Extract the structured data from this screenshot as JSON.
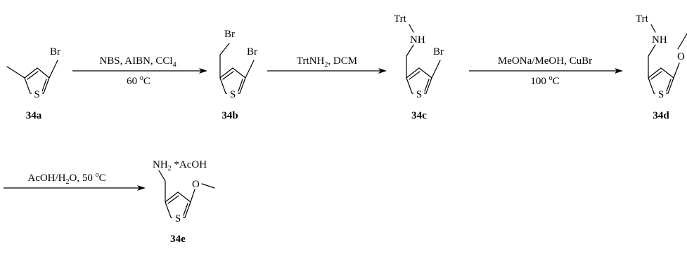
{
  "compounds": {
    "a": {
      "label": "34a",
      "atoms": {
        "s": "S",
        "br": "Br"
      }
    },
    "b": {
      "label": "34b",
      "atoms": {
        "s": "S",
        "br": "Br",
        "br2": "Br"
      }
    },
    "c": {
      "label": "34c",
      "atoms": {
        "s": "S",
        "br": "Br",
        "nh": "NH",
        "trt": "Trt"
      }
    },
    "d": {
      "label": "34d",
      "atoms": {
        "s": "S",
        "nh": "NH",
        "trt": "Trt",
        "o": "O"
      }
    },
    "e": {
      "label": "34e",
      "atoms": {
        "s": "S",
        "o": "O",
        "nh2_main": "NH",
        "nh2_sub": "2",
        "salt": " *AcOH"
      }
    }
  },
  "arrows": [
    {
      "line1": [
        {
          "t": "NBS, AIBN, CCl"
        },
        {
          "t": "4",
          "sub": true
        }
      ],
      "line2": [
        {
          "t": "60 "
        },
        {
          "t": "o",
          "sup": true
        },
        {
          "t": "C"
        }
      ]
    },
    {
      "line1": [
        {
          "t": "TrtNH"
        },
        {
          "t": "2",
          "sub": true
        },
        {
          "t": ", DCM"
        }
      ],
      "line2": []
    },
    {
      "line1": [
        {
          "t": "MeONa/MeOH, CuBr"
        }
      ],
      "line2": [
        {
          "t": "100 "
        },
        {
          "t": "o",
          "sup": true
        },
        {
          "t": "C"
        }
      ]
    },
    {
      "line1": [
        {
          "t": "AcOH/H"
        },
        {
          "t": "2",
          "sub": true
        },
        {
          "t": "O, 50 "
        },
        {
          "t": "o",
          "sup": true
        },
        {
          "t": "C"
        }
      ],
      "line2": []
    }
  ]
}
